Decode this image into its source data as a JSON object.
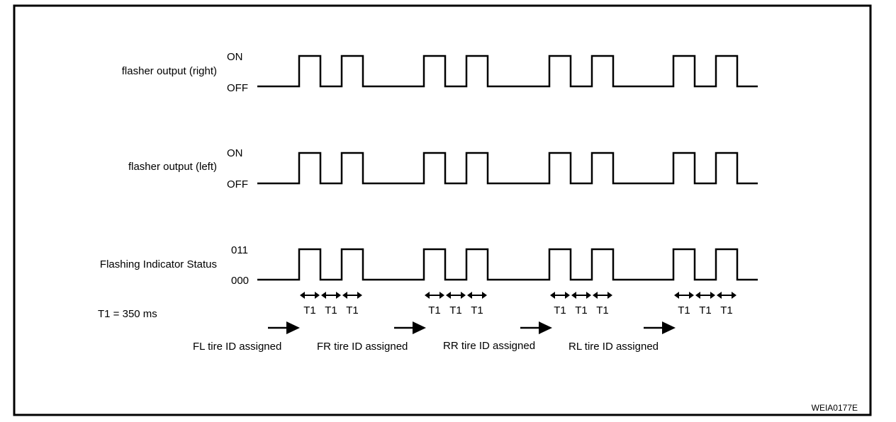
{
  "signals": [
    {
      "id": "right",
      "name": "flasher output (right)",
      "high_label": "ON",
      "low_label": "OFF"
    },
    {
      "id": "left",
      "name": "flasher output (left)",
      "high_label": "ON",
      "low_label": "OFF"
    },
    {
      "id": "status",
      "name": "Flashing Indicator Status",
      "high_label": "011",
      "low_label": "000"
    }
  ],
  "timing": {
    "period_label": "T1",
    "definition": "T1 = 350 ms"
  },
  "assignments": [
    {
      "label": "FL tire ID assigned"
    },
    {
      "label": "FR tire ID assigned"
    },
    {
      "label": "RR tire ID assigned"
    },
    {
      "label": "RL tire ID assigned"
    }
  ],
  "figure_code": "WEIA0177E"
}
